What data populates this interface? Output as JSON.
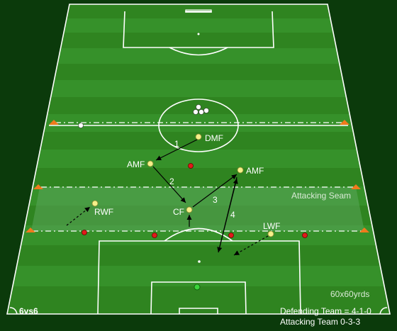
{
  "players": {
    "dmf": "DMF",
    "amf_left": "AMF",
    "amf_right": "AMF",
    "cf": "CF",
    "rwf": "RWF",
    "lwf": "LWF"
  },
  "steps": [
    "1",
    "2",
    "3",
    "4"
  ],
  "zone_label": "Attacking Seam",
  "field_size": "60x60yrds",
  "format": "6vs6",
  "defending": "Defending Team = 4-1-0",
  "attacking": "Attacking Team 0-3-3",
  "colors": {
    "grass_light": "#3f9a2c",
    "grass_dark": "#2f8220",
    "attacker": "#f5f08a",
    "defender": "#e11a1a",
    "goalkeeper": "#3bd43b",
    "cone": "#f07a1c"
  }
}
